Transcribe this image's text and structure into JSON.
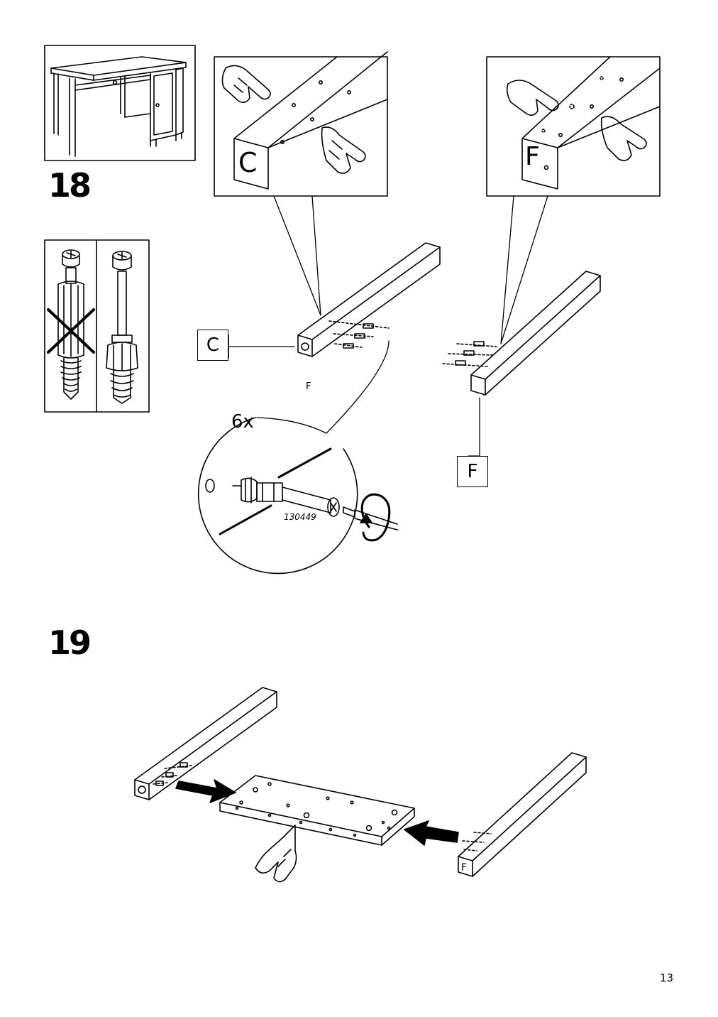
{
  "page": {
    "page_number": "13"
  },
  "step18": {
    "number": "18",
    "part_c_label": "C",
    "part_f_label": "F",
    "detail_c_letter": "C",
    "detail_f_letter": "F",
    "quantity": "6x",
    "part_code": "130449",
    "icons": [
      "desk-thumbnail",
      "cam-bolt-wrong",
      "cam-bolt-correct",
      "pointing-hand-icon",
      "screwdriver-icon",
      "rotate-arrow-icon"
    ]
  },
  "step19": {
    "number": "19",
    "icons": [
      "push-arrow-icon",
      "pointing-hand-icon"
    ]
  }
}
